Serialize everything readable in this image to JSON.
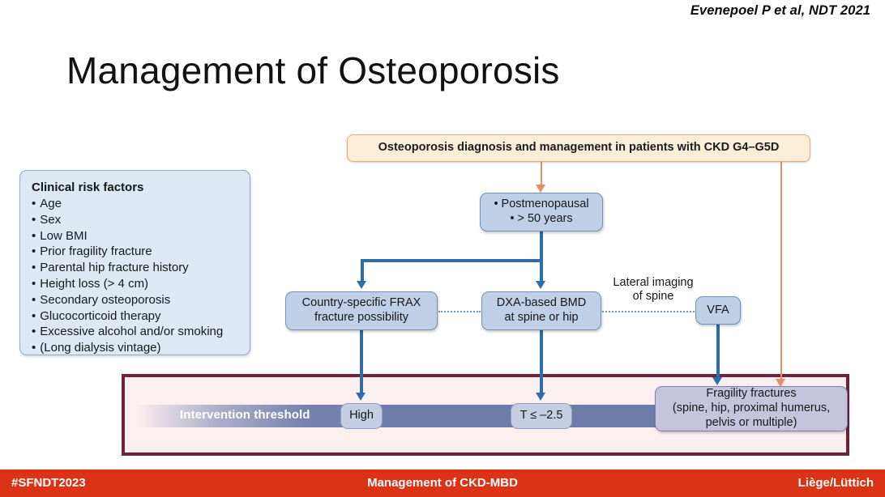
{
  "citation": "Evenepoel P et al, NDT 2021",
  "title": "Management of Osteoporosis",
  "risk_panel": {
    "heading": "Clinical risk factors",
    "items": [
      "Age",
      "Sex",
      "Low BMI",
      "Prior fragility fracture",
      "Parental hip fracture history",
      "Height loss (> 4 cm)",
      "Secondary osteoporosis",
      "Glucocorticoid therapy",
      "Excessive alcohol and/or smoking",
      "(Long dialysis vintage)"
    ]
  },
  "flow": {
    "banner": "Osteoporosis diagnosis and management in patients with CKD G4–G5D",
    "postmenopausal_line1": "• Postmenopausal",
    "postmenopausal_line2": "• > 50 years",
    "frax_line1": "Country-specific FRAX",
    "frax_line2": "fracture possibility",
    "dxa_line1": "DXA-based BMD",
    "dxa_line2": "at spine or hip",
    "lateral_line1": "Lateral imaging",
    "lateral_line2": "of spine",
    "vfa": "VFA"
  },
  "band": {
    "threshold_label": "Intervention threshold",
    "high": "High",
    "tscore": "T ≤ –2.5",
    "fragility_line1": "Fragility fractures",
    "fragility_line2": "(spine, hip, proximal humerus,",
    "fragility_line3": "pelvis or multiple)"
  },
  "footer": {
    "left": "#SFNDT2023",
    "center": "Management of CKD-MBD",
    "right": "Liège/Lüttich"
  },
  "colors": {
    "footer_bar": "#dc3317",
    "banner_fill": "#fbeed6",
    "banner_border": "#e7a97f",
    "blue_box_fill": "#bfd0e6",
    "blue_box_border": "#6f91bd",
    "purple_box_fill": "#c6c3dd",
    "band_border": "#70213c",
    "band_fill": "#fceff0",
    "connector_blue": "#2f6ca8",
    "connector_orange": "#ea8d61",
    "threshold_bar": "#6e7caa"
  }
}
